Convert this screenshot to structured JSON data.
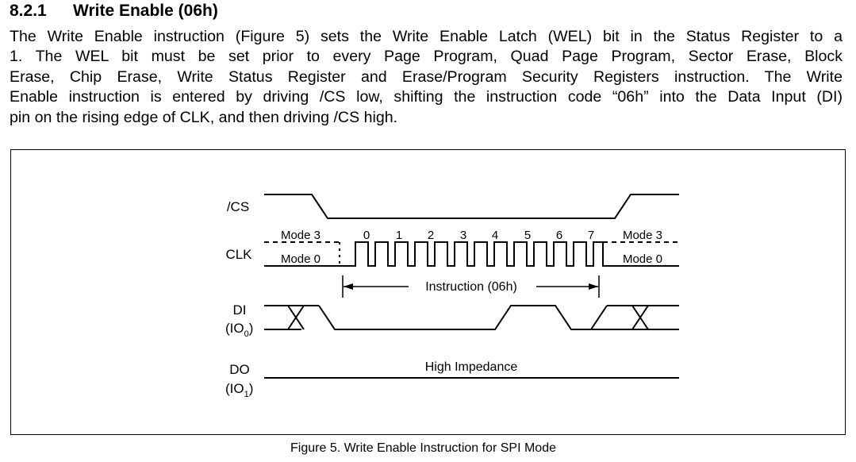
{
  "section": {
    "number": "8.2.1",
    "title": "Write Enable (06h)"
  },
  "paragraph": {
    "lines": [
      "The Write Enable instruction (Figure 5) sets the Write Enable Latch (WEL) bit in the Status Register to a",
      "1. The WEL bit must be set prior to every Page Program, Quad Page Program, Sector Erase, Block",
      "Erase, Chip Erase, Write Status Register and Erase/Program Security Registers instruction. The Write",
      "Enable instruction is entered by driving /CS low, shifting the instruction code “06h” into the Data Input (DI)",
      "pin on the rising edge of CLK, and then driving /CS high."
    ]
  },
  "figure": {
    "caption": "Figure 5. Write Enable Instruction for SPI Mode",
    "signals": {
      "cs": "/CS",
      "clk": "CLK",
      "di": "DI",
      "di_sub": "(IO",
      "di_sub_index": "0",
      "di_sub_close": ")",
      "do": "DO",
      "do_sub": "(IO",
      "do_sub_index": "1",
      "do_sub_close": ")"
    },
    "modes": {
      "left_top": "Mode 3",
      "left_bottom": "Mode 0",
      "right_top": "Mode 3",
      "right_bottom": "Mode 0"
    },
    "clock_numbers": [
      "0",
      "1",
      "2",
      "3",
      "4",
      "5",
      "6",
      "7"
    ],
    "instruction_label": "Instruction (06h)",
    "do_label": "High Impedance"
  }
}
